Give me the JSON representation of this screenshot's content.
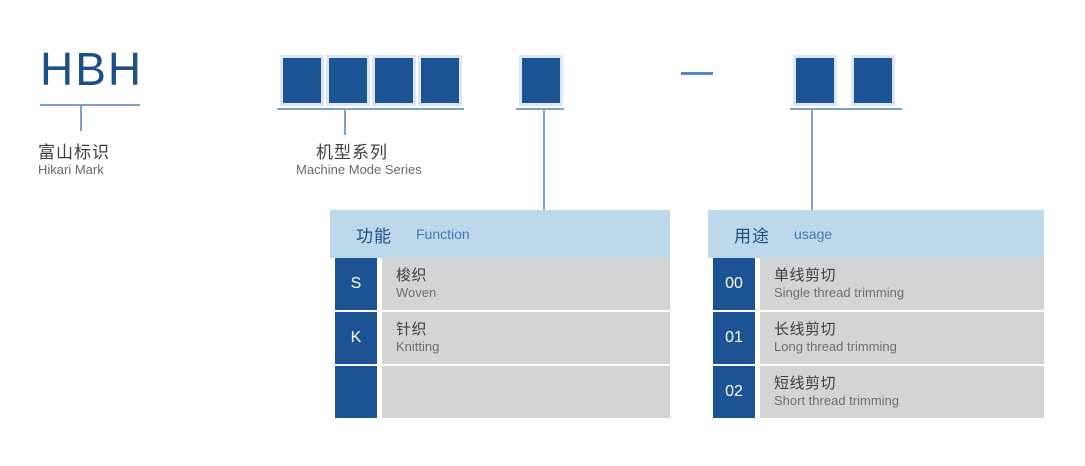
{
  "brand": {
    "code": "HBH",
    "label_cn": "富山标识",
    "label_en": "Hikari Mark"
  },
  "groups": [
    {
      "name": "machine-model-series",
      "slots": 4,
      "label_cn": "机型系列",
      "label_en": "Machine Mode Series"
    },
    {
      "name": "function",
      "slots": 1,
      "label_cn": "",
      "label_en": ""
    },
    {
      "name": "usage",
      "slots": 2,
      "label_cn": "",
      "label_en": ""
    }
  ],
  "separator": "—",
  "legends": [
    {
      "name": "function",
      "header_cn": "功能",
      "header_en": "Function",
      "rows": [
        {
          "code": "S",
          "cn": "梭织",
          "en": "Woven"
        },
        {
          "code": "K",
          "cn": "针织",
          "en": "Knitting"
        },
        {
          "code": "",
          "cn": "",
          "en": ""
        }
      ]
    },
    {
      "name": "usage",
      "header_cn": "用途",
      "header_en": "usage",
      "rows": [
        {
          "code": "00",
          "cn": "单线剪切",
          "en": "Single thread trimming"
        },
        {
          "code": "01",
          "cn": "长线剪切",
          "en": "Long thread trimming"
        },
        {
          "code": "02",
          "cn": "短线剪切",
          "en": "Short thread trimming"
        }
      ]
    }
  ],
  "colors": {
    "slot_fill": "#1c5394",
    "slot_border": "#dbe7f4",
    "rule": "#7ba2cf",
    "header_bg": "#bcd8ea",
    "header_cn_text": "#1b4f88",
    "header_en_text": "#3f7bb5",
    "body_bg": "#d4d4d4",
    "brand_text": "#1b4f88"
  }
}
